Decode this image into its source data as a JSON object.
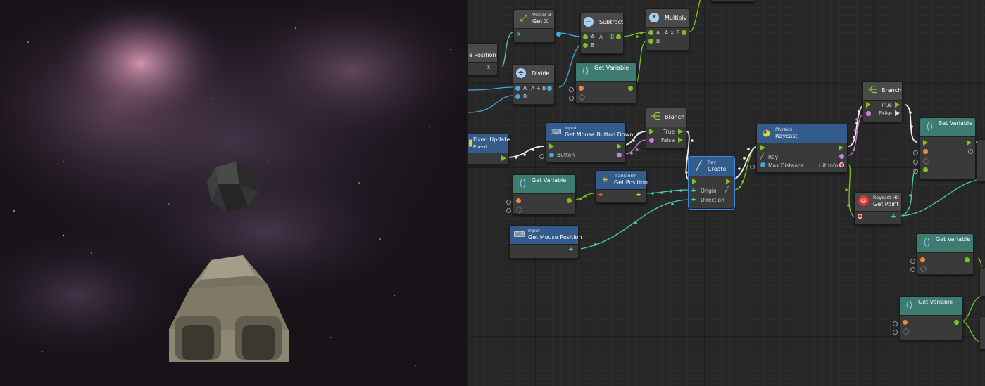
{
  "graph_nodes": {
    "vector3": {
      "subtitle": "Vector 3",
      "title": "Get X"
    },
    "subtract": {
      "title": "Subtract",
      "formula": "A − B",
      "a": "A",
      "b": "B"
    },
    "multiply": {
      "title": "Multiply",
      "formula": "A × B",
      "a": "A",
      "b": "B"
    },
    "position_stub": {
      "title": "e Position"
    },
    "divide": {
      "title": "Divide",
      "formula": "A ÷ B",
      "a": "A",
      "b": "B"
    },
    "get_variable_1": {
      "title": "Get Variable"
    },
    "fixed_update": {
      "title": "Fixed Update",
      "subtitle": "Event"
    },
    "mouse_button": {
      "subtitle": "Input",
      "title": "Get Mouse Button Down",
      "port": "Button"
    },
    "branch_1": {
      "title": "Branch",
      "true_label": "True",
      "false_label": "False"
    },
    "ray_create": {
      "subtitle": "Ray",
      "title": "Create",
      "origin": "Origin",
      "direction": "Direction"
    },
    "raycast": {
      "subtitle": "Physics",
      "title": "Raycast",
      "ray": "Ray",
      "max_distance": "Max Distance",
      "hit_info": "Hit Info"
    },
    "branch_2": {
      "title": "Branch",
      "true_label": "True",
      "false_label": "False"
    },
    "set_variable": {
      "title": "Set Variable"
    },
    "get_variable_2": {
      "title": "Get Variable"
    },
    "transform": {
      "subtitle": "Transform",
      "title": "Get Position"
    },
    "raycast_hit": {
      "subtitle": "Raycast Hit",
      "title": "Get Point"
    },
    "mouse_position": {
      "subtitle": "Input",
      "title": "Get Mouse Position"
    },
    "get_variable_3": {
      "title": "Get Variable"
    },
    "get_variable_4": {
      "title": "Get Variable"
    }
  },
  "colors": {
    "flow": "#7cc41f",
    "float": "#41a8e8",
    "object": "#ed8a3a",
    "bool": "#c97fd9",
    "vector": "#46d0b0",
    "header_blue": "#335b8c",
    "header_teal": "#3e7c72",
    "selection": "#3d8ae4"
  }
}
